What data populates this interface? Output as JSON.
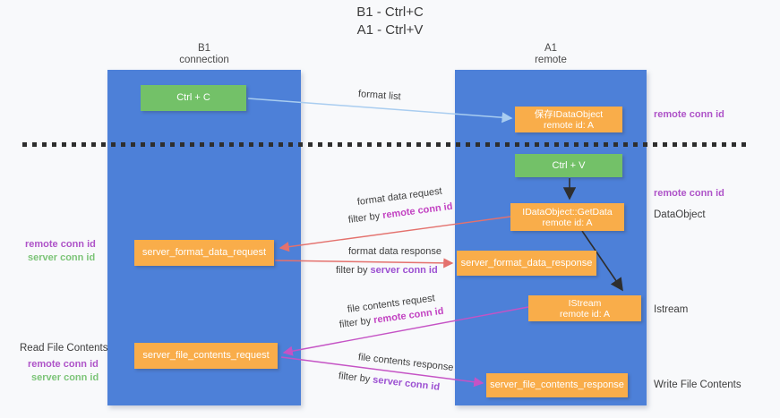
{
  "title": {
    "line1": "B1 - Ctrl+C",
    "line2": "A1 - Ctrl+V"
  },
  "lanes": {
    "b1": {
      "title": "B1",
      "subtitle": "connection"
    },
    "a1": {
      "title": "A1",
      "subtitle": "remote"
    }
  },
  "boxes": {
    "ctrl_c": {
      "label": "Ctrl + C"
    },
    "save_dataobject": {
      "line1": "保存IDataObject",
      "line2": "remote id: A"
    },
    "ctrl_v": {
      "label": "Ctrl + V"
    },
    "getdata": {
      "line1": "IDataObject::GetData",
      "line2": "remote id: A"
    },
    "istream": {
      "line1": "IStream",
      "line2": "remote id: A"
    },
    "server_format_data_request": {
      "label": "server_format_data_request"
    },
    "server_format_data_response": {
      "label": "server_format_data_response"
    },
    "server_file_contents_request": {
      "label": "server_file_contents_request"
    },
    "server_file_contents_response": {
      "label": "server_file_contents_response"
    }
  },
  "right_labels": {
    "remote_conn_id_top": "remote conn id",
    "remote_conn_id_mid": "remote conn id",
    "dataobject": "DataObject",
    "istream": "Istream",
    "write_file_contents": "Write File Contents"
  },
  "left_labels": {
    "remote_conn_id_1": "remote conn id",
    "server_conn_id_1": "server conn id",
    "read_file_contents": "Read File Contents",
    "remote_conn_id_2": "remote conn id",
    "server_conn_id_2": "server conn id"
  },
  "arrow_labels": {
    "format_list": "format list",
    "format_data_request": "format data request",
    "format_data_request_filter": {
      "prefix": "filter by ",
      "value": "remote conn id"
    },
    "format_data_response": "format data response",
    "format_data_response_filter": {
      "prefix": "filter by ",
      "value": "server conn id"
    },
    "file_contents_request": "file contents request",
    "file_contents_request_filter": {
      "prefix": "filter by ",
      "value": "remote conn id"
    },
    "file_contents_response": "file contents response",
    "file_contents_response_filter": {
      "prefix": "filter by ",
      "value": "server conn id"
    }
  },
  "colors": {
    "lane_blue": "#4d80d8",
    "box_orange": "#f9ad4a",
    "box_green": "#73c168",
    "arrow_lightblue": "#a9cdf0",
    "arrow_red": "#e4716d",
    "arrow_magenta": "#c553c5",
    "arrow_black": "#2e2e2e",
    "label_purple": "#ae53c8",
    "label_green": "#7cc478",
    "filter_remote": "#c243c2",
    "filter_server": "#9c50d2"
  }
}
